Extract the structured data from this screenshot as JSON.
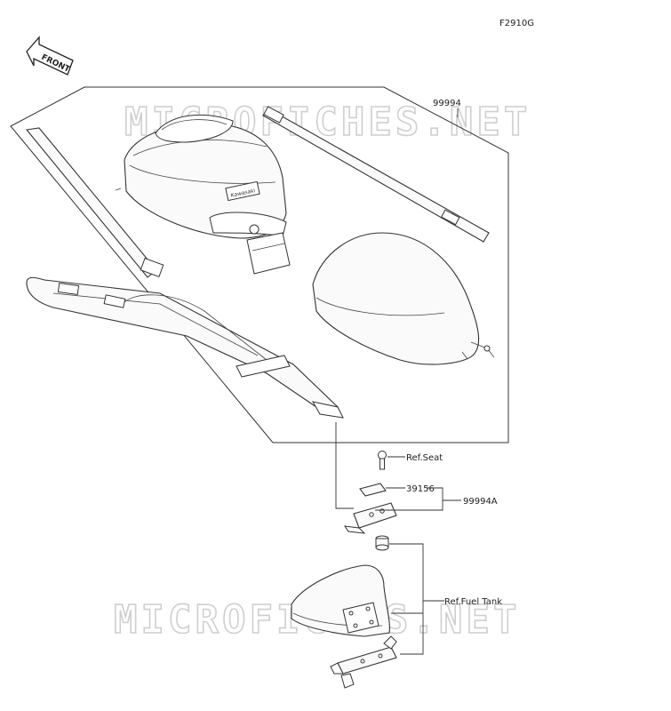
{
  "figure_code": "F2910G",
  "front_label": "FRONT",
  "watermark": "MICROFICHES.NET",
  "callouts": {
    "kit": "99994",
    "ref_seat": "Ref.Seat",
    "part_39156": "39156",
    "kit_a": "99994A",
    "ref_fuel_tank": "Ref.Fuel Tank"
  },
  "bag_logo": "Kawasaki"
}
